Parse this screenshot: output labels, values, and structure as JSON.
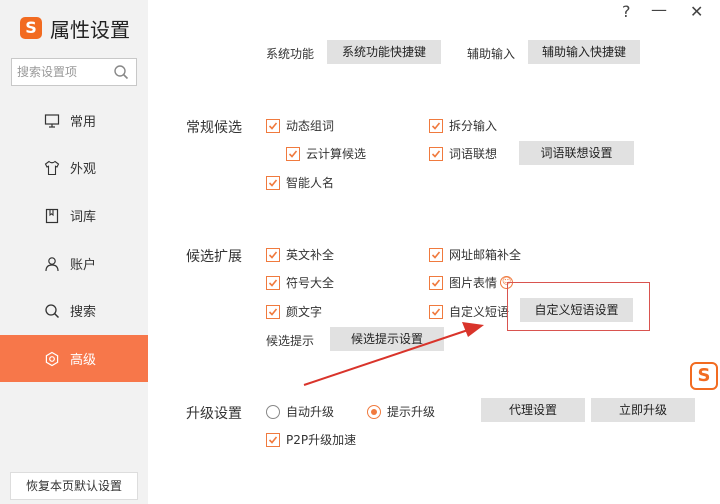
{
  "sidebar": {
    "logo": "S",
    "title": "属性设置",
    "search_placeholder": "搜索设置项",
    "items": [
      {
        "label": "常用",
        "icon": "monitor-icon"
      },
      {
        "label": "外观",
        "icon": "shirt-icon"
      },
      {
        "label": "词库",
        "icon": "book-icon"
      },
      {
        "label": "账户",
        "icon": "user-icon"
      },
      {
        "label": "搜索",
        "icon": "search-icon"
      },
      {
        "label": "高级",
        "icon": "settings-icon",
        "active": true
      }
    ],
    "reset_label": "恢复本页默认设置"
  },
  "window": {
    "help": "?",
    "minimize": "—",
    "close": "✕"
  },
  "top_row": {
    "sys_label": "系统功能",
    "sys_button": "系统功能快捷键",
    "aux_label": "辅助输入",
    "aux_button": "辅助输入快捷键"
  },
  "regular": {
    "title": "常规候选",
    "dynamic": "动态组词",
    "cloud": "云计算候选",
    "smart_name": "智能人名",
    "split": "拆分输入",
    "assoc": "词语联想",
    "assoc_button": "词语联想设置"
  },
  "expand": {
    "title": "候选扩展",
    "english": "英文补全",
    "symbol": "符号大全",
    "kaomoji": "颜文字",
    "url": "网址邮箱补全",
    "image": "图片表情",
    "custom": "自定义短语",
    "custom_button": "自定义短语设置",
    "hint_label": "候选提示",
    "hint_button": "候选提示设置"
  },
  "upgrade": {
    "title": "升级设置",
    "auto": "自动升级",
    "prompt": "提示升级",
    "proxy_button": "代理设置",
    "now_button": "立即升级",
    "p2p": "P2P升级加速"
  },
  "floating_logo": "S",
  "colors": {
    "accent": "#f7774a",
    "checkbox": "#f07a3e",
    "highlight": "#d9534f"
  }
}
